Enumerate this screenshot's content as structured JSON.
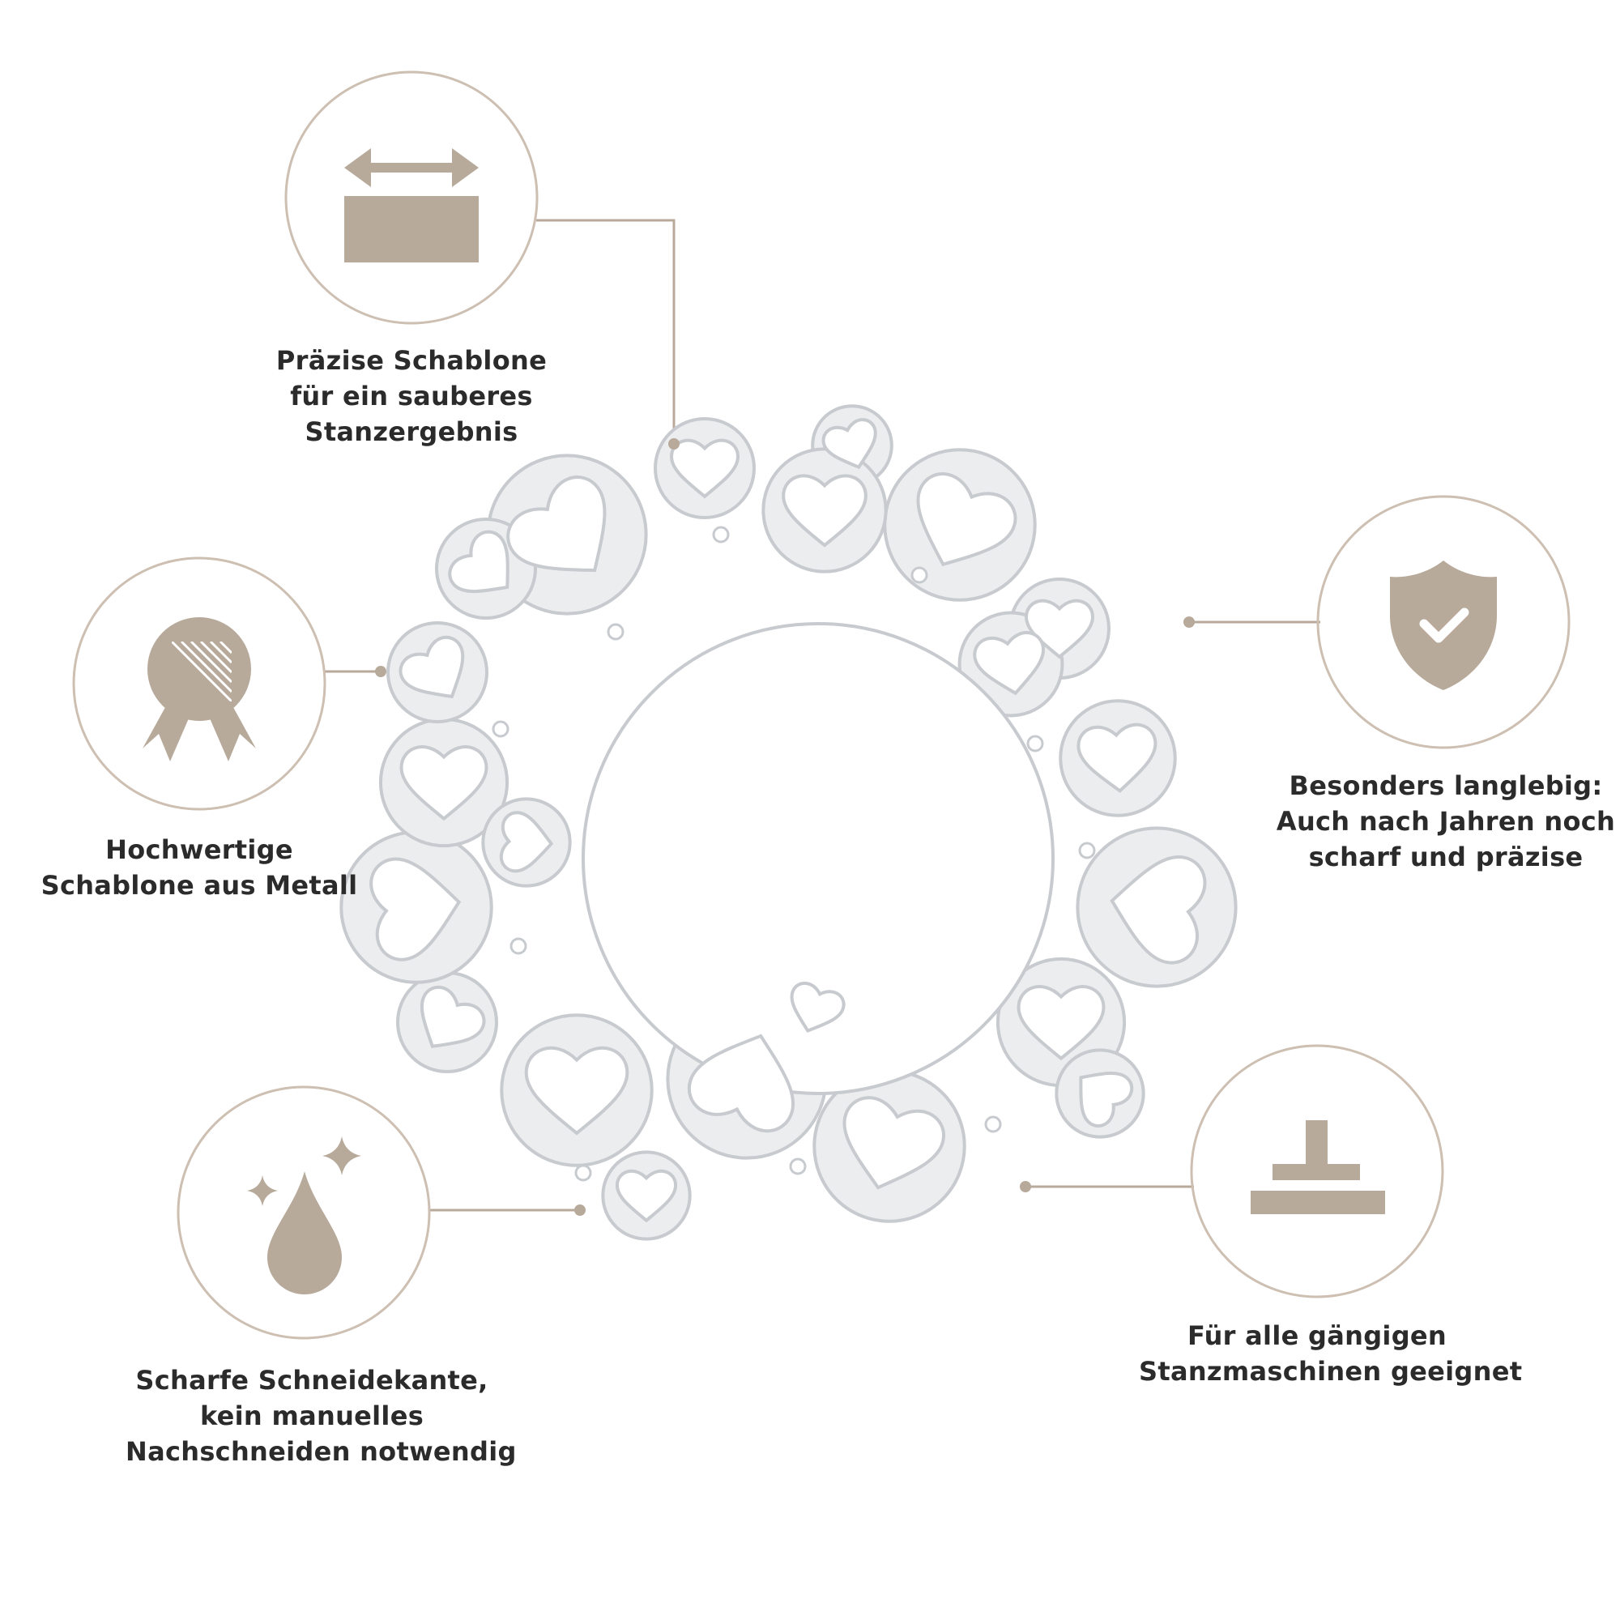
{
  "colors": {
    "accent": "#b8aa9b",
    "ring": "#cdbfb1",
    "die_fill": "#ecedef",
    "die_stroke": "#c7cace",
    "text": "#2b2b2b"
  },
  "features": [
    {
      "icon": "dimensions-icon",
      "lines": [
        "Präzise Schablone",
        "für ein sauberes",
        "Stanzergebnis"
      ]
    },
    {
      "icon": "award-badge-icon",
      "lines": [
        "Hochwertige",
        "Schablone aus Metall"
      ]
    },
    {
      "icon": "drop-sparkle-icon",
      "lines": [
        "Scharfe Schneidekante,",
        "kein manuelles",
        "Nachschneiden notwendig"
      ]
    },
    {
      "icon": "shield-check-icon",
      "lines": [
        "Besonders langlebig:",
        "Auch nach Jahren noch",
        "scharf und präzise"
      ]
    },
    {
      "icon": "die-cutting-machine-icon",
      "lines": [
        "Für alle gängigen",
        "Stanzmaschinen geeignet"
      ]
    }
  ]
}
